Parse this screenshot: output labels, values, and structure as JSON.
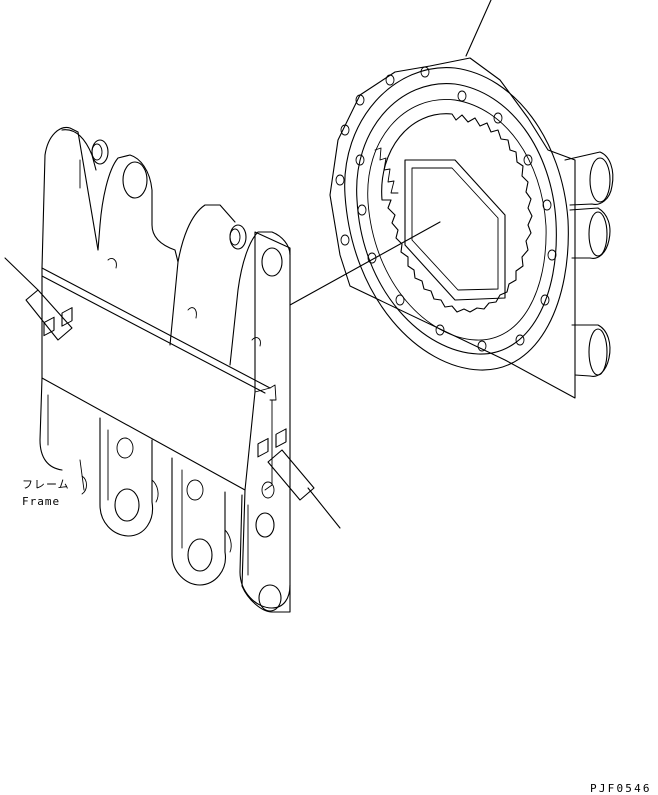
{
  "labels": {
    "frame_jp": "フレーム",
    "frame_en": "Frame",
    "drawing_code": "PJF0546"
  },
  "colors": {
    "line": "#000000",
    "background": "#ffffff"
  }
}
